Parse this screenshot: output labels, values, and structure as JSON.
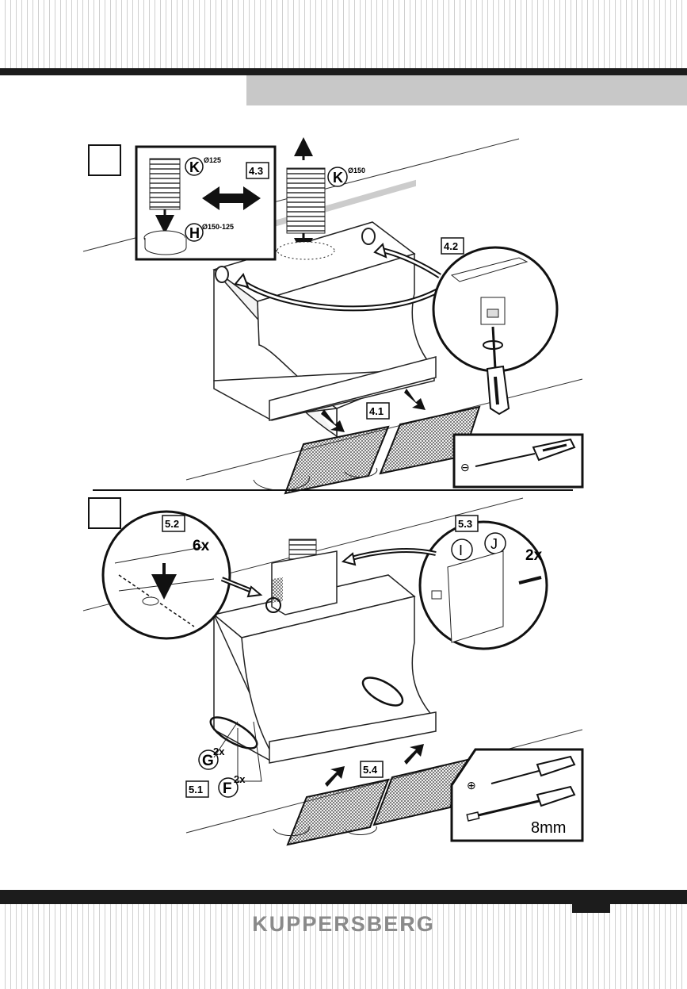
{
  "brand": {
    "name": "KUPPERSBERG"
  },
  "step4": {
    "callouts": [
      "4.1",
      "4.2",
      "4.3"
    ],
    "part_k_small": {
      "letter": "K",
      "size": "Ø125"
    },
    "part_k_large": {
      "letter": "K",
      "size": "Ø150"
    },
    "part_h": {
      "letter": "H",
      "size": "Ø150-125"
    },
    "tool_symbol": "⊖"
  },
  "step5": {
    "callouts": [
      "5.1",
      "5.2",
      "5.3",
      "5.4"
    ],
    "qty_5_2": "6x",
    "qty_5_3": "2x",
    "part_i": {
      "letter": "I"
    },
    "part_j": {
      "letter": "J"
    },
    "part_g": {
      "letter": "G",
      "qty": "2x"
    },
    "part_f": {
      "letter": "F",
      "qty": "2x"
    },
    "tool_symbol": "⊕",
    "wrench_size": "8mm"
  },
  "colors": {
    "dark_bar": "#1c1c1c",
    "header_band": "#c8c8c8",
    "brand_gray": "#8a8a8a"
  }
}
